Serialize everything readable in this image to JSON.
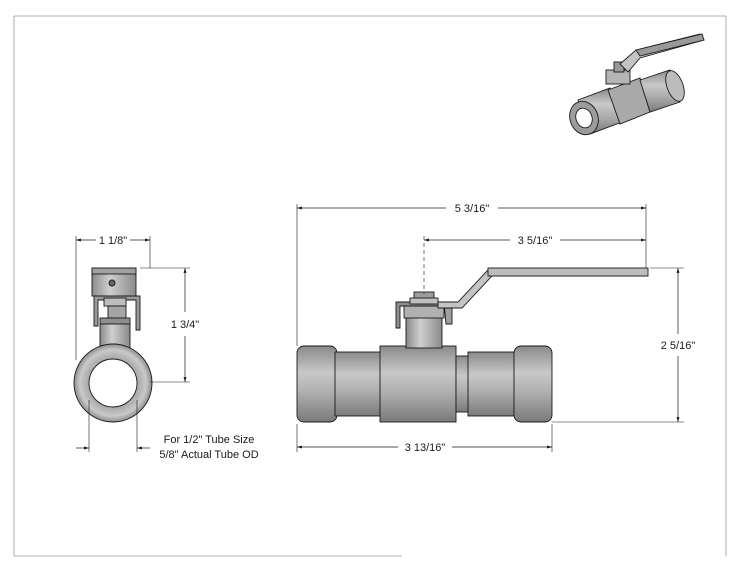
{
  "dimensions": {
    "side_width": "1 1/8\"",
    "side_height": "1 3/4\"",
    "overall_length": "5 3/16\"",
    "handle_length": "3 5/16\"",
    "overall_height": "2 5/16\"",
    "body_length": "3 13/16\""
  },
  "note": {
    "line1": "For 1/2\" Tube Size",
    "line2": "5/8\" Actual Tube OD"
  },
  "colors": {
    "metal_dark": "#8a8a8a",
    "metal_mid": "#b5b5b5",
    "metal_light": "#d9d9d9",
    "handle": "#c4c4c4",
    "line": "#1a1a1a",
    "border": "#9a9a9a"
  },
  "icons": {
    "iso_view": "ball-valve-isometric-icon"
  }
}
